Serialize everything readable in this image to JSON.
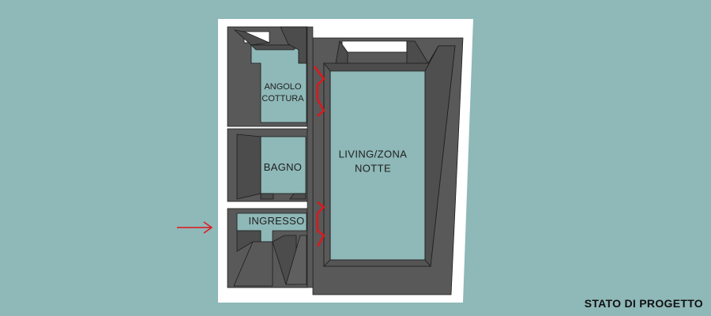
{
  "colors": {
    "background": "#8fb8b8",
    "paper": "#ffffff",
    "wall": "#595959",
    "wall_edge": "#1c1c1c",
    "floor": "#8fb8b8",
    "highlight": "#e0161b"
  },
  "rooms": {
    "kitchen": {
      "line1": "ANGOLO",
      "line2": "COTTURA"
    },
    "bathroom": {
      "label": "BAGNO"
    },
    "entrance": {
      "label": "INGRESSO"
    },
    "living": {
      "line1": "LIVING/ZONA",
      "line2": "NOTTE"
    }
  },
  "entrance_arrow": {
    "icon": "arrow-right-icon",
    "color": "#e0161b"
  },
  "caption": "STATO DI PROGETTO"
}
